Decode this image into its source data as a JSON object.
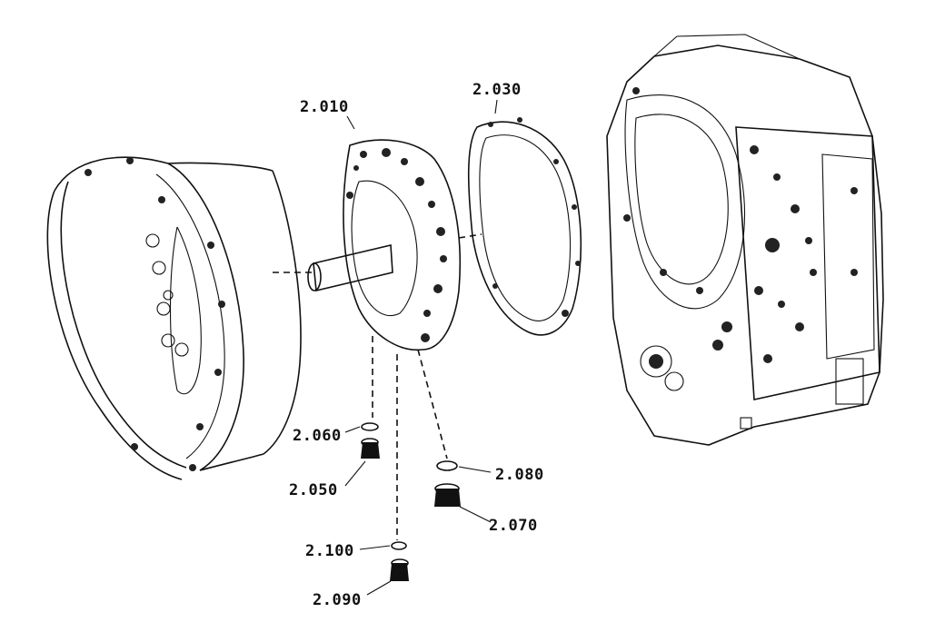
{
  "labels": {
    "p2010": "2.010",
    "p2030": "2.030",
    "p2060": "2.060",
    "p2050": "2.050",
    "p2080": "2.080",
    "p2070": "2.070",
    "p2100": "2.100",
    "p2090": "2.090"
  },
  "colors": {
    "ink": "#111111",
    "paper": "#ffffff"
  }
}
